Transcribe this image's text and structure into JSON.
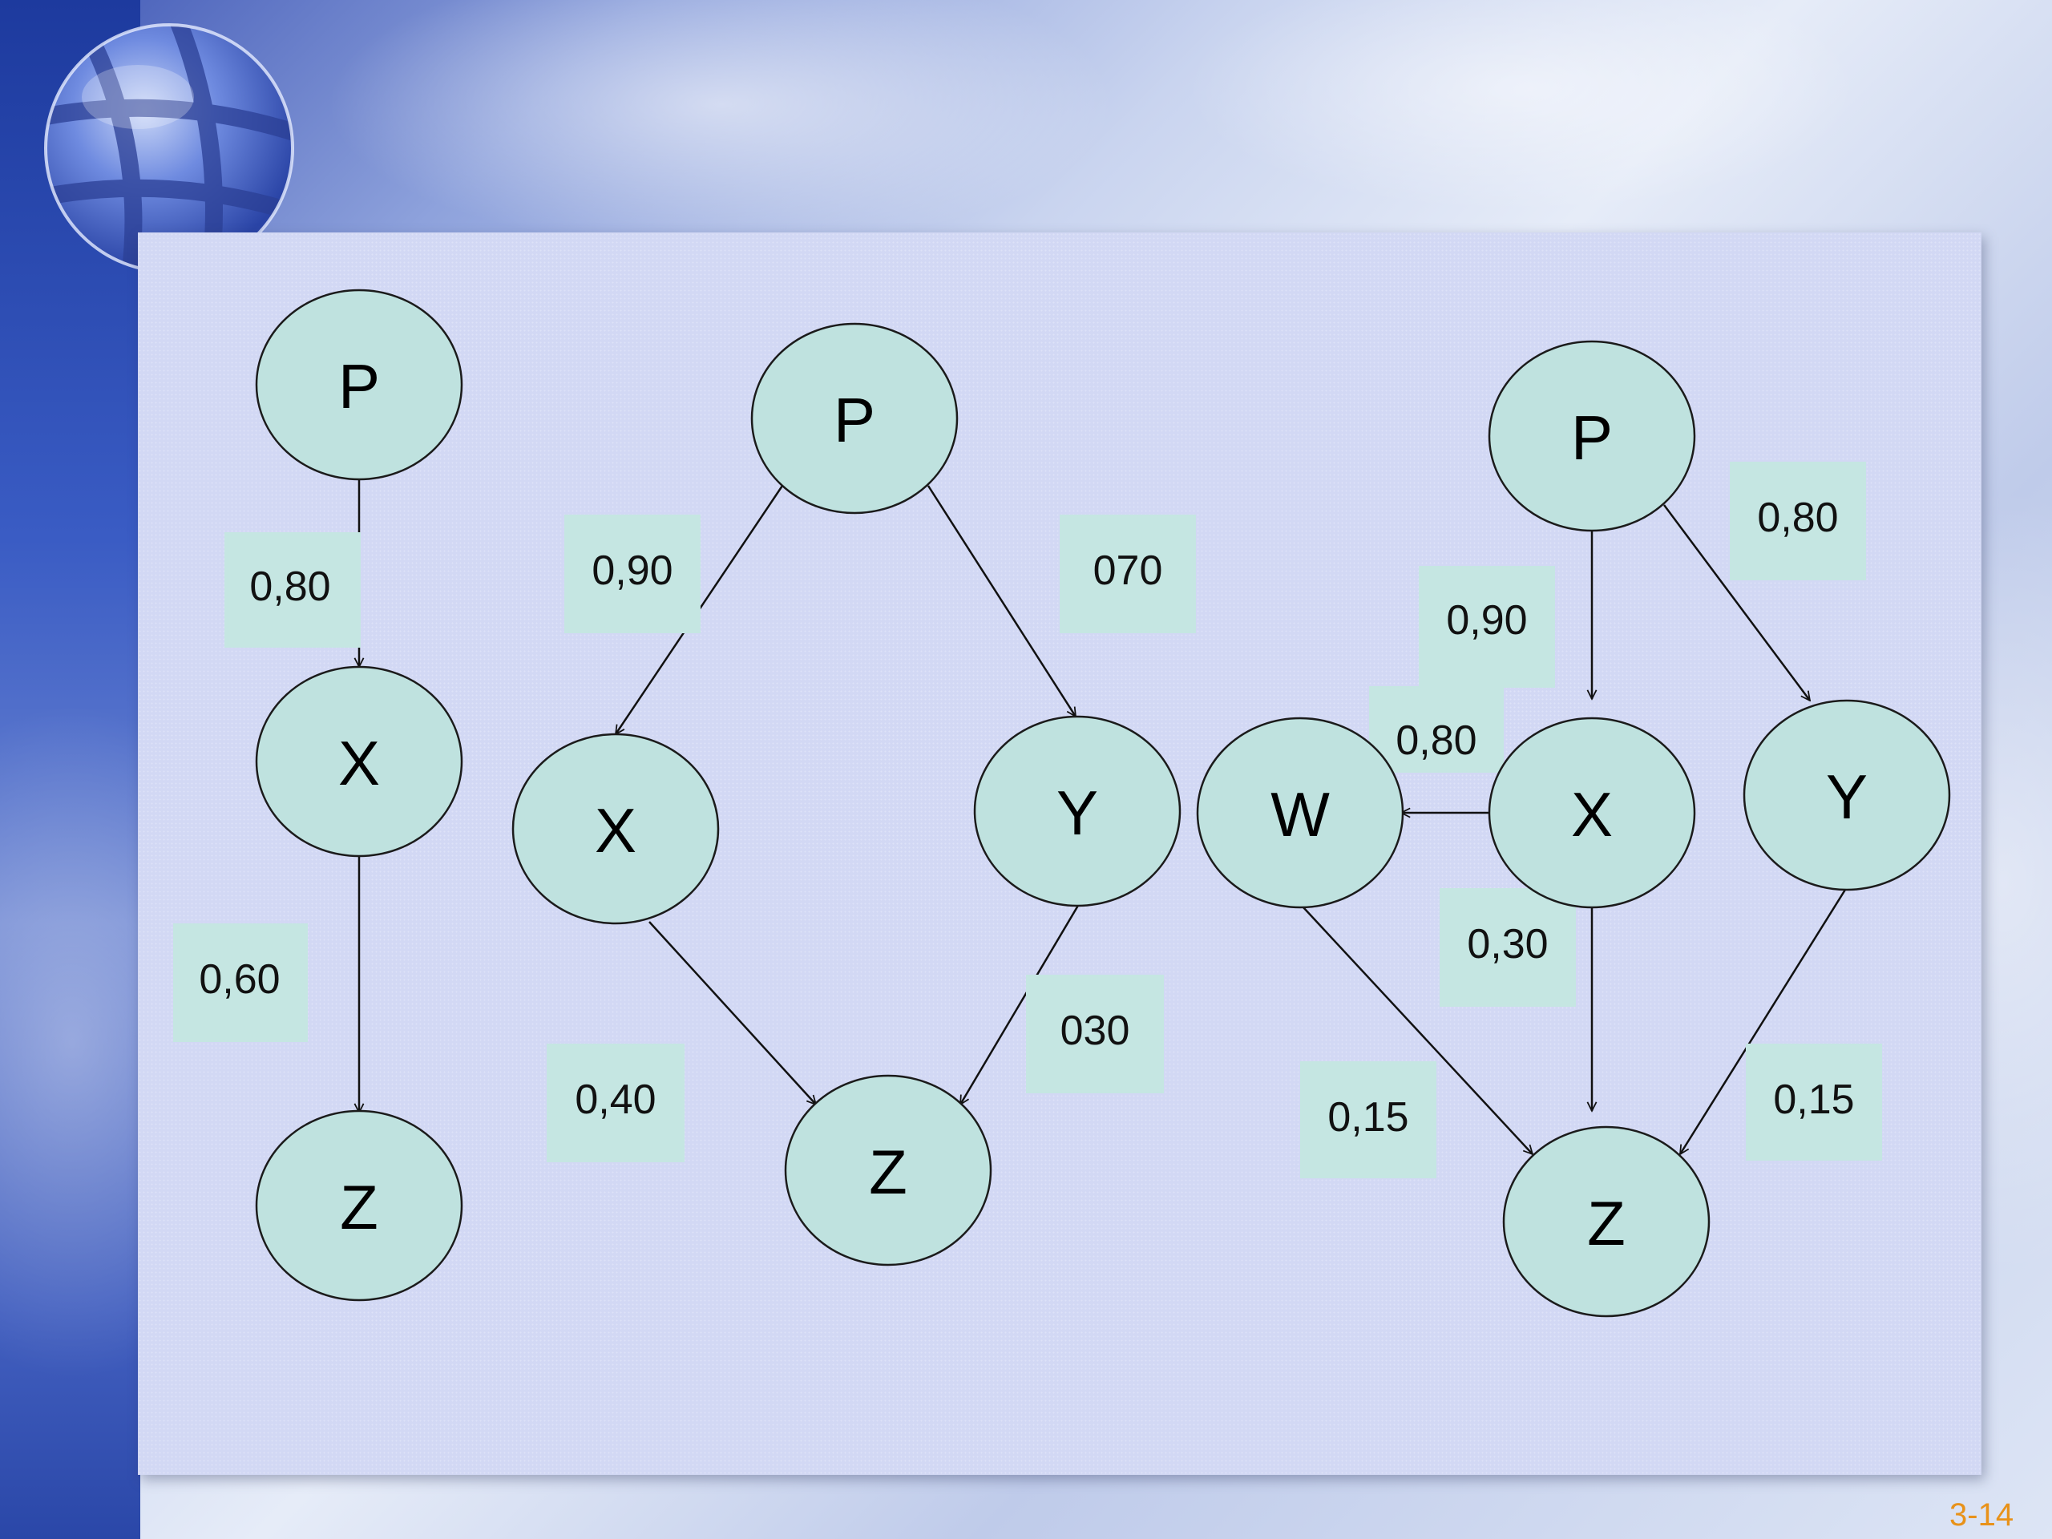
{
  "diagrams": [
    {
      "nodes": [
        {
          "id": "p",
          "label": "P"
        },
        {
          "id": "x",
          "label": "X"
        },
        {
          "id": "z",
          "label": "Z"
        }
      ],
      "edges": [
        {
          "from": "p",
          "to": "x",
          "label": "0,80"
        },
        {
          "from": "x",
          "to": "z",
          "label": "0,60"
        }
      ]
    },
    {
      "nodes": [
        {
          "id": "p",
          "label": "P"
        },
        {
          "id": "x",
          "label": "X"
        },
        {
          "id": "y",
          "label": "Y"
        },
        {
          "id": "z",
          "label": "Z"
        }
      ],
      "edges": [
        {
          "from": "p",
          "to": "x",
          "label": "0,90"
        },
        {
          "from": "p",
          "to": "y",
          "label": "070"
        },
        {
          "from": "x",
          "to": "z",
          "label": "0,40"
        },
        {
          "from": "y",
          "to": "z",
          "label": "030"
        }
      ]
    },
    {
      "nodes": [
        {
          "id": "p",
          "label": "P"
        },
        {
          "id": "w",
          "label": "W"
        },
        {
          "id": "x",
          "label": "X"
        },
        {
          "id": "y",
          "label": "Y"
        },
        {
          "id": "z",
          "label": "Z"
        }
      ],
      "edges": [
        {
          "from": "p",
          "to": "x",
          "label": "0,90"
        },
        {
          "from": "p",
          "to": "y",
          "label": "0,80"
        },
        {
          "from": "x",
          "to": "w",
          "label": "0,80"
        },
        {
          "from": "x",
          "to": "z",
          "label": "0,30"
        },
        {
          "from": "w",
          "to": "z",
          "label": "0,15"
        },
        {
          "from": "y",
          "to": "z",
          "label": "0,15"
        }
      ]
    }
  ],
  "slide_number": "3-14",
  "colors": {
    "node_fill": "#bfe2df",
    "label_box": "#c5e6e2",
    "panel": "#d2d8f4",
    "slide_number": "#e8921a"
  }
}
